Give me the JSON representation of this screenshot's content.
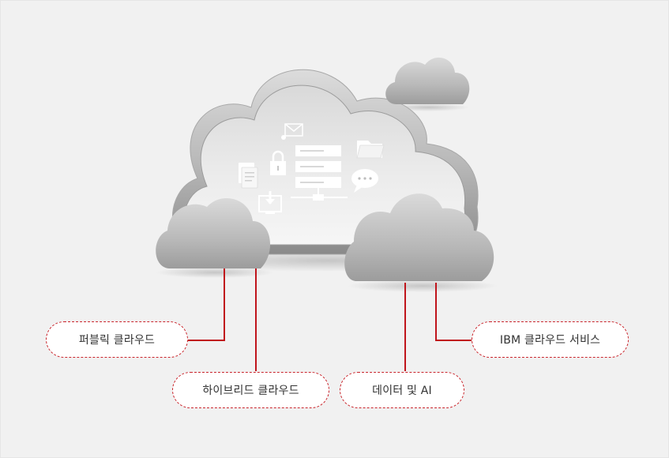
{
  "labels": {
    "public_cloud": "퍼블릭 클라우드",
    "hybrid_cloud": "하이브리드 클라우드",
    "data_ai": "데이터 및 AI",
    "ibm_cloud_services": "IBM 클라우드 서비스"
  },
  "icons": [
    "mail-icon",
    "document-icon",
    "lock-icon",
    "server-stack-icon",
    "folder-icon",
    "chat-bubble-icon",
    "monitor-download-icon"
  ],
  "colors": {
    "connector": "#c0151c",
    "dashed_border": "#c9252c",
    "background": "#f1f1f1"
  }
}
